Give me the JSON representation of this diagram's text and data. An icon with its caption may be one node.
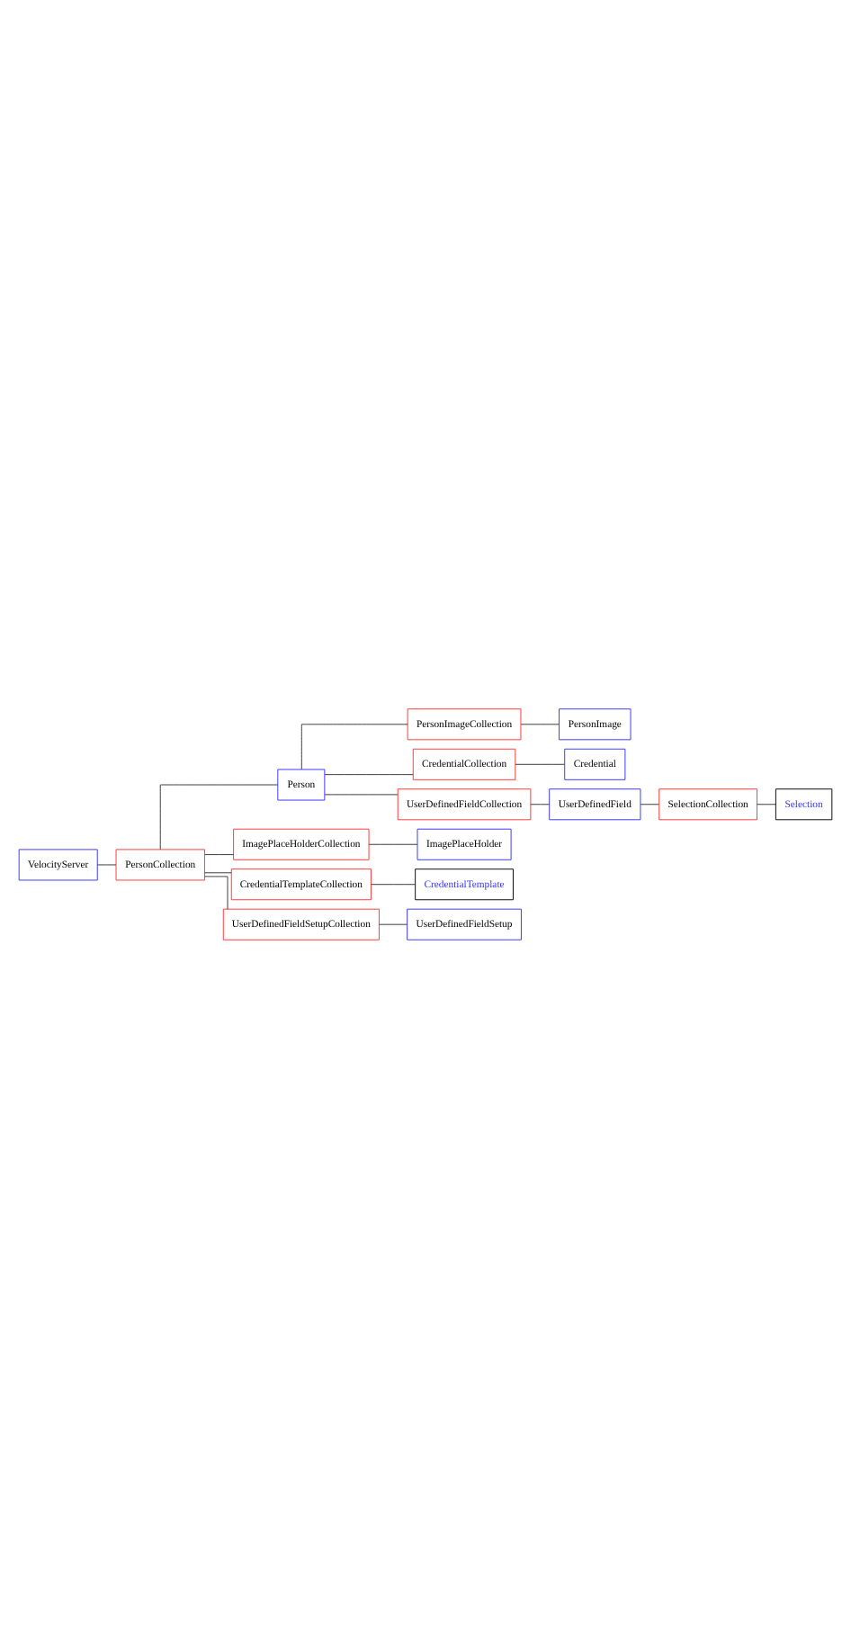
{
  "diagram": {
    "nodes": [
      {
        "text": [
          "VelocityServer"
        ]
      },
      {
        "text": [
          "PersonCollection"
        ]
      },
      {
        "text": [
          "Person"
        ]
      },
      {
        "text": [
          "PersonImageCollection"
        ]
      },
      {
        "text": [
          "PersonImage"
        ]
      },
      {
        "text": [
          "CredentialCollection"
        ]
      },
      {
        "text": [
          "Credential"
        ]
      },
      {
        "text": [
          "UserDefinedFieldCollection"
        ]
      },
      {
        "text": [
          "UserDefinedField"
        ]
      },
      {
        "text": [
          "SelectionCollection"
        ]
      },
      {
        "text": [
          "Selection"
        ]
      },
      {
        "text": [
          "ImagePlaceHolderCollection"
        ]
      },
      {
        "text": [
          "ImagePlaceHolder"
        ]
      },
      {
        "text": [
          "CredentialTemplateCollection"
        ]
      },
      {
        "text": [
          "CredentialTemplate"
        ]
      },
      {
        "text": [
          "UserDefinedFieldSetupCollection"
        ]
      },
      {
        "text": [
          "UserDefinedFieldSetup"
        ]
      }
    ],
    "edges": [
      {
        "from": 0,
        "to": 1,
        "arrow": "none"
      },
      {
        "from": 1,
        "to": 2,
        "arrow": "none"
      },
      {
        "from": 2,
        "to": 3,
        "arrow": "none"
      },
      {
        "from": 3,
        "to": 4,
        "arrow": "none"
      },
      {
        "from": 2,
        "to": 5,
        "arrow": "none"
      },
      {
        "from": 5,
        "to": 6,
        "arrow": "none"
      },
      {
        "from": 2,
        "to": 7,
        "arrow": "none"
      },
      {
        "from": 7,
        "to": 8,
        "arrow": "none"
      },
      {
        "from": 8,
        "to": 9,
        "arrow": "none"
      },
      {
        "from": 9,
        "to": 10,
        "arrow": "none"
      },
      {
        "from": 1,
        "to": 11,
        "arrow": "none"
      },
      {
        "from": 11,
        "to": 12,
        "arrow": "none"
      },
      {
        "from": 1,
        "to": 13,
        "arrow": "none"
      },
      {
        "from": 13,
        "to": 14,
        "arrow": "none"
      },
      {
        "from": 1,
        "to": 15,
        "arrow": "none"
      },
      {
        "from": 15,
        "to": 16,
        "arrow": "none"
      }
    ]
  }
}
